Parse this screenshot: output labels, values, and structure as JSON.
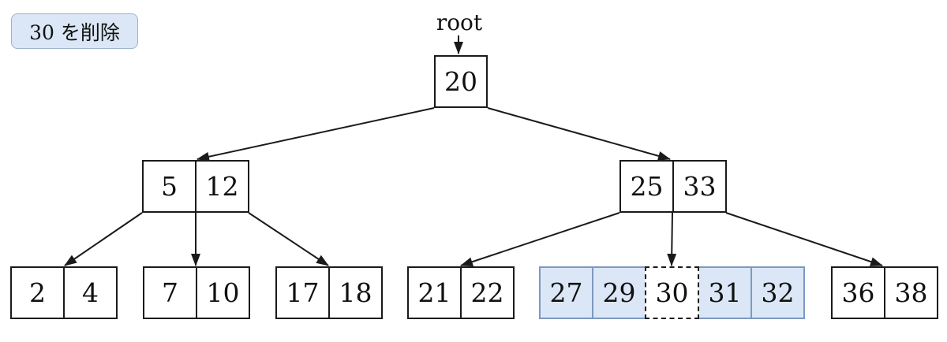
{
  "caption": {
    "text": "30 を削除"
  },
  "labels": {
    "root_pointer": "root"
  },
  "tree": {
    "root": {
      "keys": [
        "20"
      ]
    },
    "internals": [
      {
        "keys": [
          "5",
          "12"
        ]
      },
      {
        "keys": [
          "25",
          "33"
        ]
      }
    ],
    "leaves": [
      {
        "keys": [
          "2",
          "4"
        ]
      },
      {
        "keys": [
          "7",
          "10"
        ]
      },
      {
        "keys": [
          "17",
          "18"
        ]
      },
      {
        "keys": [
          "21",
          "22"
        ]
      },
      {
        "keys": [
          "27",
          "29",
          "30",
          "31",
          "32"
        ]
      },
      {
        "keys": [
          "36",
          "38"
        ]
      }
    ],
    "highlighted_leaf_index": 4,
    "highlighted_keys": [
      "27",
      "29",
      "31",
      "32"
    ],
    "deleting_key": "30"
  },
  "colors": {
    "line": "#1a1a1a",
    "hl-fill": "#dbe7f6",
    "hl-border": "#7e99c0",
    "caption-fill": "#dbe7f6",
    "caption-border": "#9fb3d1"
  }
}
